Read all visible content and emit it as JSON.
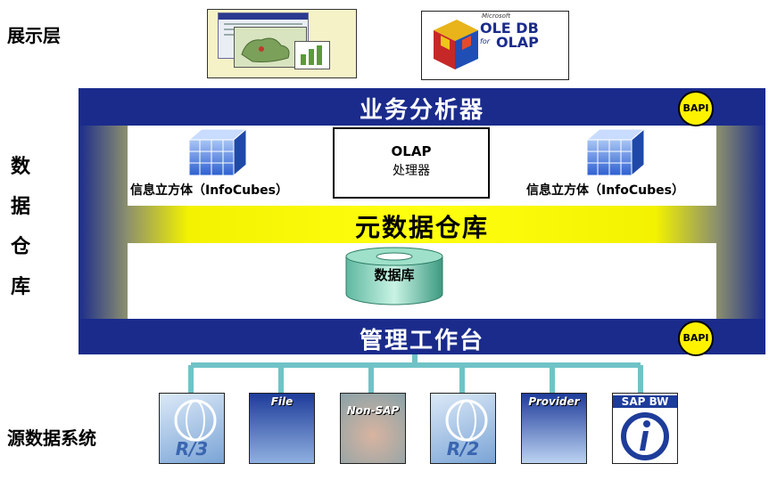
{
  "labels": {
    "presentation": "展示层",
    "data_warehouse_chars": [
      "数",
      "据",
      "仓",
      "库"
    ],
    "source_systems": "源数据系统"
  },
  "presentation": {
    "olap_logo": {
      "brand": "Microsoft",
      "line1": "OLE DB",
      "line2_small": "for",
      "line2": "OLAP"
    }
  },
  "warehouse": {
    "business_analyzer": "业务分析器",
    "bapi_top": "BAPI",
    "olap_processor": {
      "line1": "OLAP",
      "line2": "处理器"
    },
    "cube_caption_left": "信息立方体（InfoCubes）",
    "cube_caption_right": "信息立方体（InfoCubes）",
    "metadata_repository": "元数据仓库",
    "database": "数据库",
    "admin_workbench": "管理工作台",
    "bapi_bottom": "BAPI"
  },
  "sources": [
    {
      "label": "R/3"
    },
    {
      "label": "File"
    },
    {
      "label": "Non-SAP"
    },
    {
      "label": "R/2"
    },
    {
      "label": "Provider"
    },
    {
      "label": "SAP BW"
    }
  ],
  "colors": {
    "band_blue": "#1a2b8c",
    "meta_yellow": "#ffff10",
    "bapi_yellow": "#fff200",
    "connector_teal": "#6fc3c6"
  }
}
